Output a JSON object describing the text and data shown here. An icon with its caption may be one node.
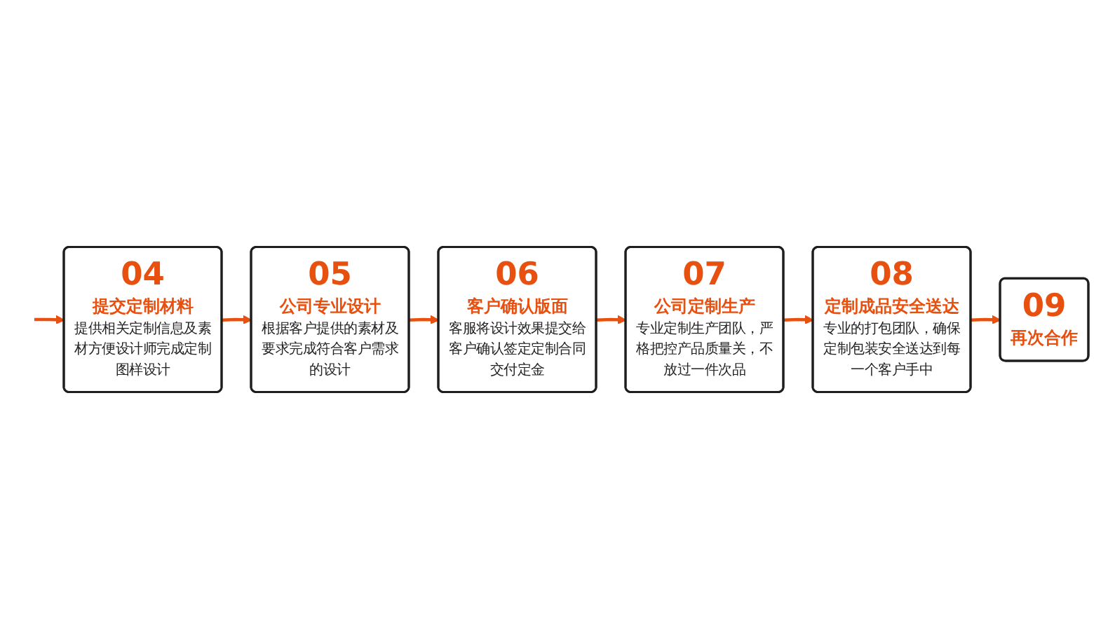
{
  "diagram": {
    "nodes": [
      {
        "text": [
          "06",
          "客户确认版面",
          "客服将设计效果提交给客户确认签定定制合同交付定金"
        ]
      },
      {
        "text": [
          "05",
          "公司专业设计",
          "根据客户提供的素材及要求完成符合客户需求的设计"
        ]
      },
      {
        "text": [
          "04",
          "提交定制材料",
          "提供相关定制信息及素材方便设计师完成定制图样设计"
        ]
      },
      {
        "text": [
          "07",
          "公司定制生产",
          "专业定制生产团队，严格把控产品质量关，不放过一件次品"
        ]
      },
      {
        "text": [
          "08",
          "定制成品安全送达",
          "专业的打包团队，确保定制包装安全送达到每一个客户手中"
        ]
      },
      {
        "text": [
          "09",
          "再次合作"
        ]
      }
    ],
    "edges": [
      {
        "from": null,
        "to": 2,
        "arrow": "to"
      },
      {
        "from": 2,
        "to": 1,
        "arrow": "to"
      },
      {
        "from": 1,
        "to": 0,
        "arrow": "to"
      },
      {
        "from": 0,
        "to": 3,
        "arrow": "to"
      },
      {
        "from": 3,
        "to": 4,
        "arrow": "to"
      },
      {
        "from": 4,
        "to": 5,
        "arrow": "to"
      }
    ]
  }
}
